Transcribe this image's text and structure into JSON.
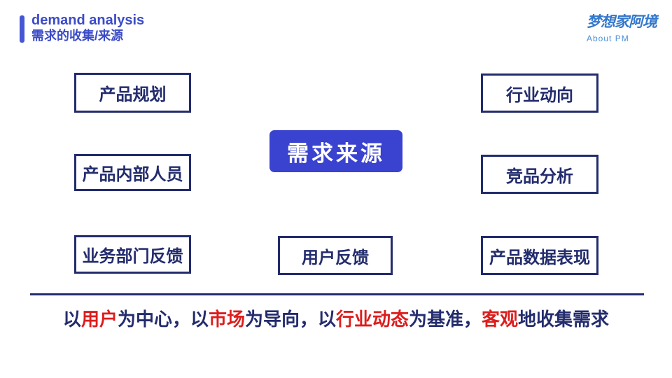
{
  "header": {
    "title_en": "demand analysis",
    "title_zh": "需求的收集/来源"
  },
  "logo": {
    "brand": "梦想家阿境",
    "subtitle": "About PM"
  },
  "diagram": {
    "center": {
      "label": "需求来源"
    },
    "boxes": [
      {
        "label": "产品规划"
      },
      {
        "label": "行业动向"
      },
      {
        "label": "产品内部人员"
      },
      {
        "label": "竞品分析"
      },
      {
        "label": "业务部门反馈"
      },
      {
        "label": "用户反馈"
      },
      {
        "label": "产品数据表现"
      }
    ]
  },
  "summary": {
    "segments": [
      {
        "text": "以",
        "color": "navy"
      },
      {
        "text": "用户",
        "color": "red"
      },
      {
        "text": "为中心，以",
        "color": "navy"
      },
      {
        "text": "市场",
        "color": "red"
      },
      {
        "text": "为导向，以",
        "color": "navy"
      },
      {
        "text": "行业动态",
        "color": "red"
      },
      {
        "text": "为基准，",
        "color": "navy"
      },
      {
        "text": "客观",
        "color": "red"
      },
      {
        "text": "地收集需求",
        "color": "navy"
      }
    ]
  },
  "colors": {
    "accent_blue": "#3a42d0",
    "navy": "#232c6d",
    "red": "#dd1d1d",
    "header_blue": "#3c4cc8",
    "logo_blue": "#3478cc"
  }
}
